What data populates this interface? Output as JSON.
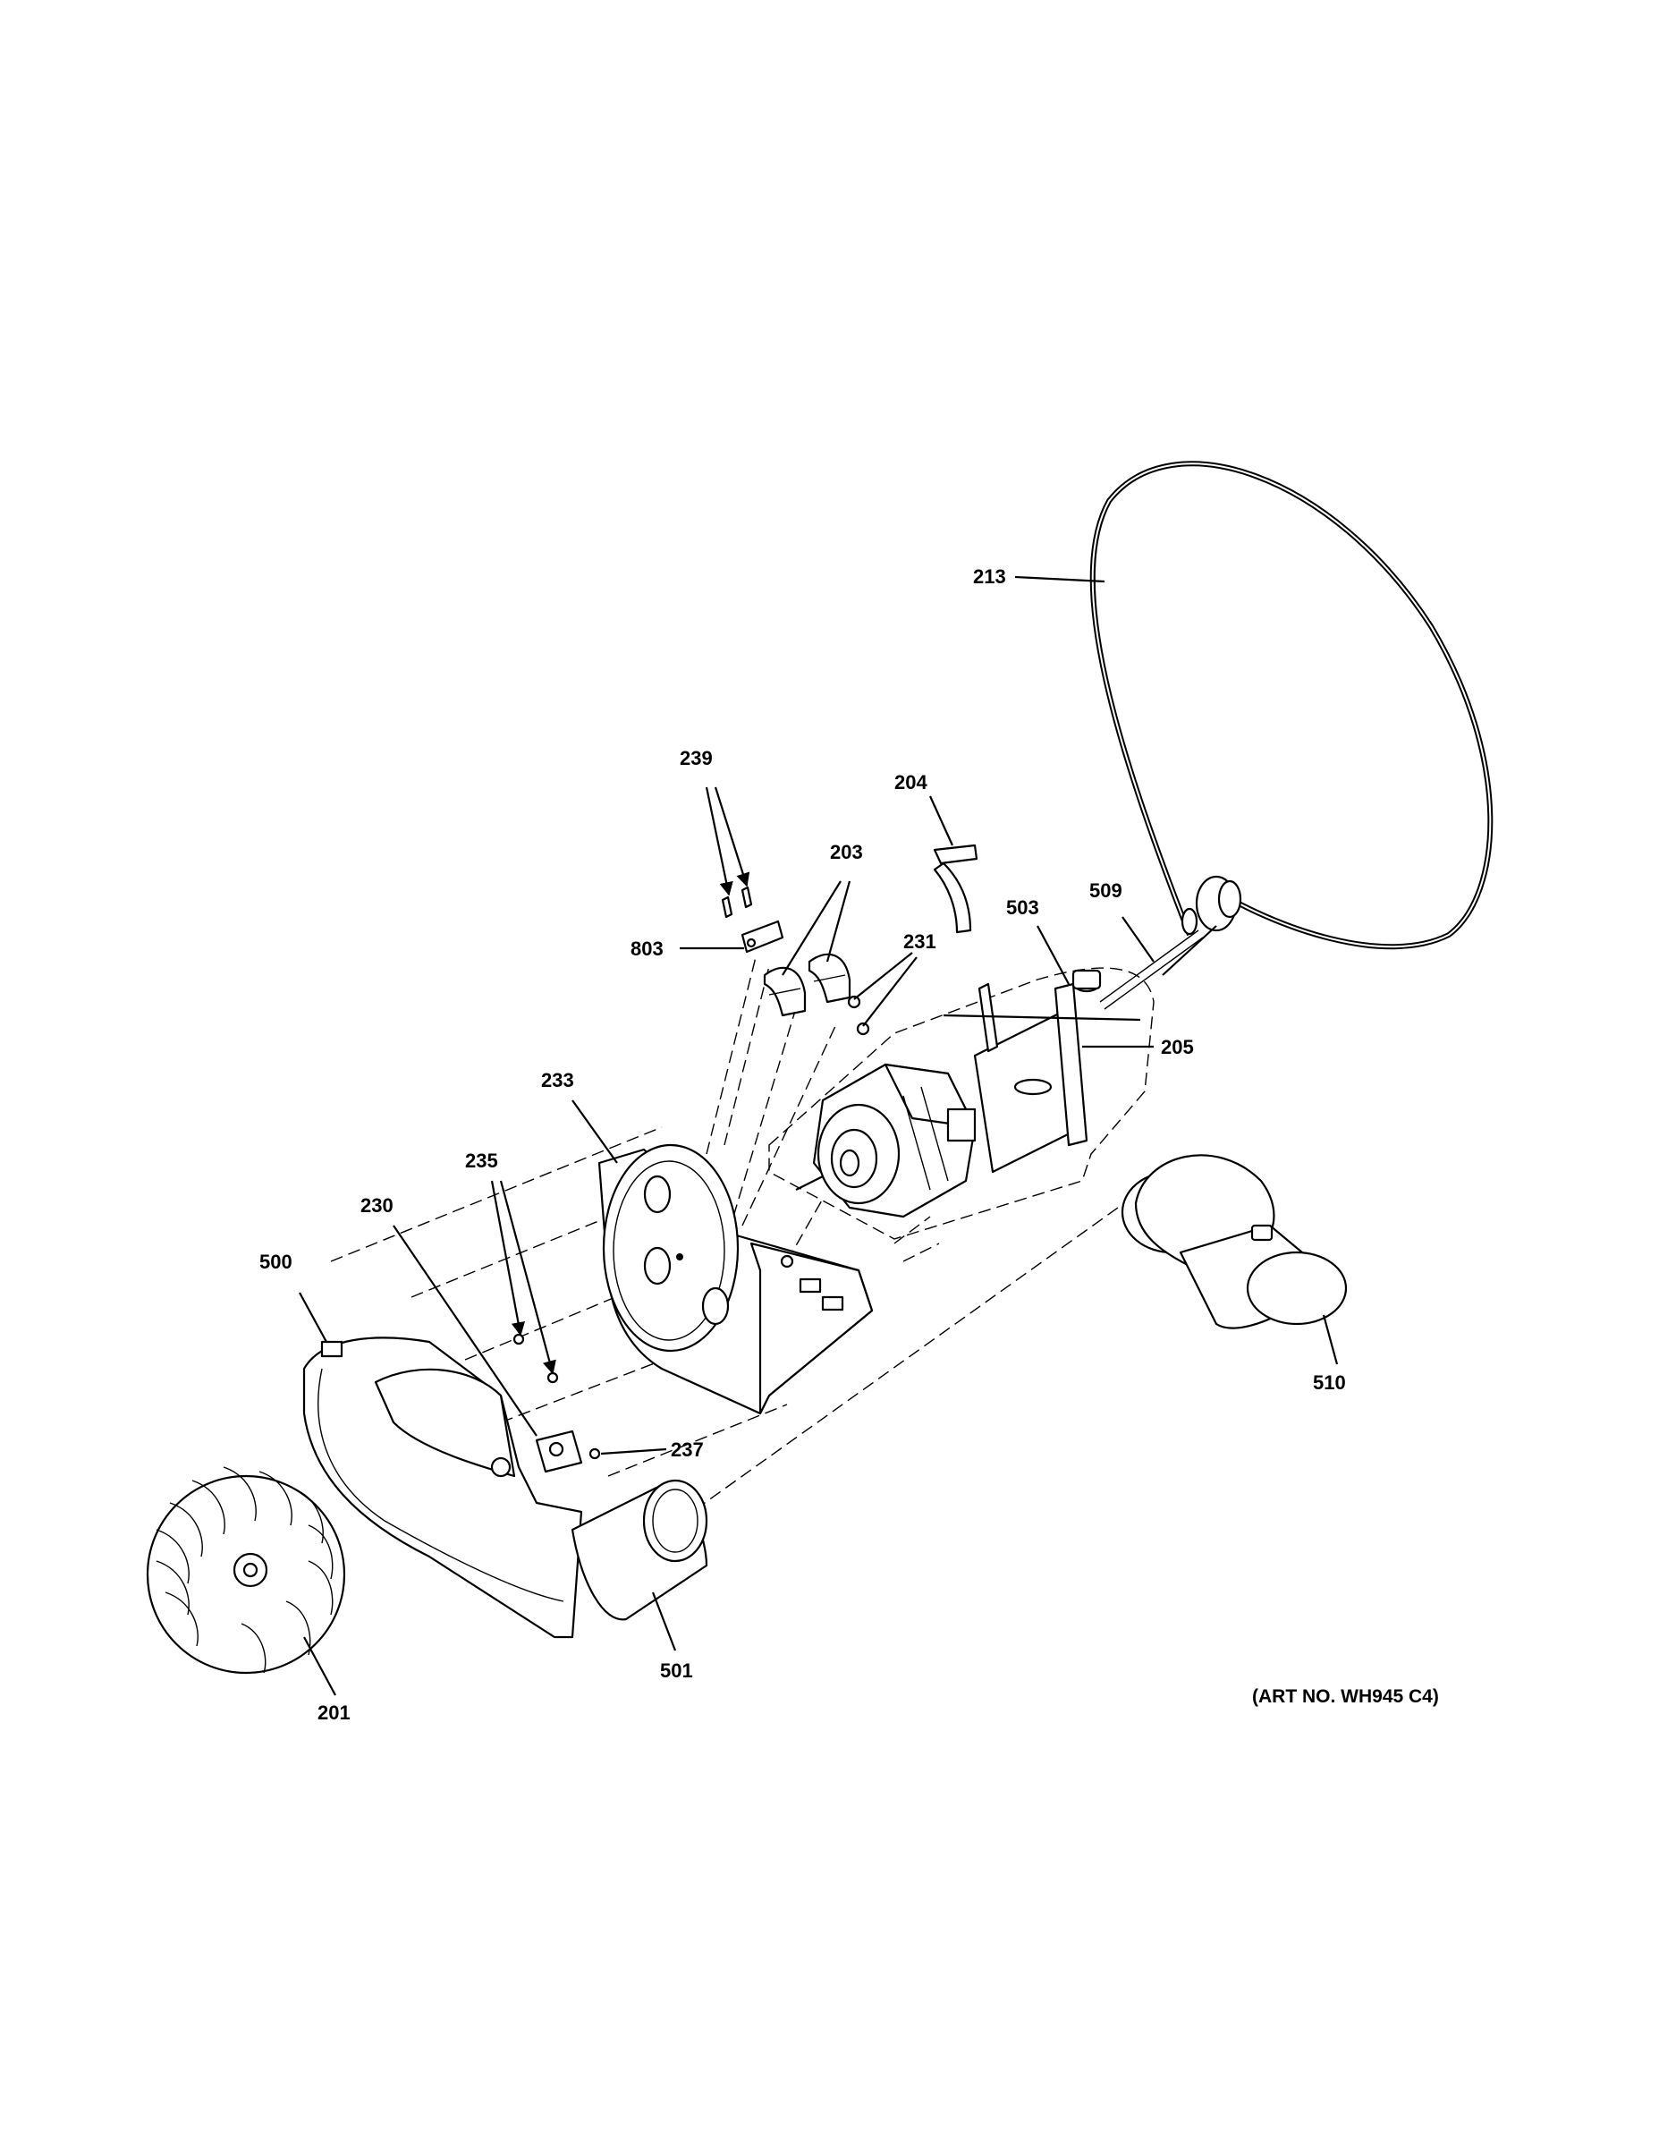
{
  "diagram": {
    "art_number": "(ART NO. WH945 C4)",
    "callouts": {
      "c201": "201",
      "c203": "203",
      "c204": "204",
      "c205": "205",
      "c213": "213",
      "c230": "230",
      "c231": "231",
      "c233": "233",
      "c235": "235",
      "c237": "237",
      "c239": "239",
      "c500": "500",
      "c501": "501",
      "c503": "503",
      "c509": "509",
      "c510": "510",
      "c803": "803"
    }
  }
}
